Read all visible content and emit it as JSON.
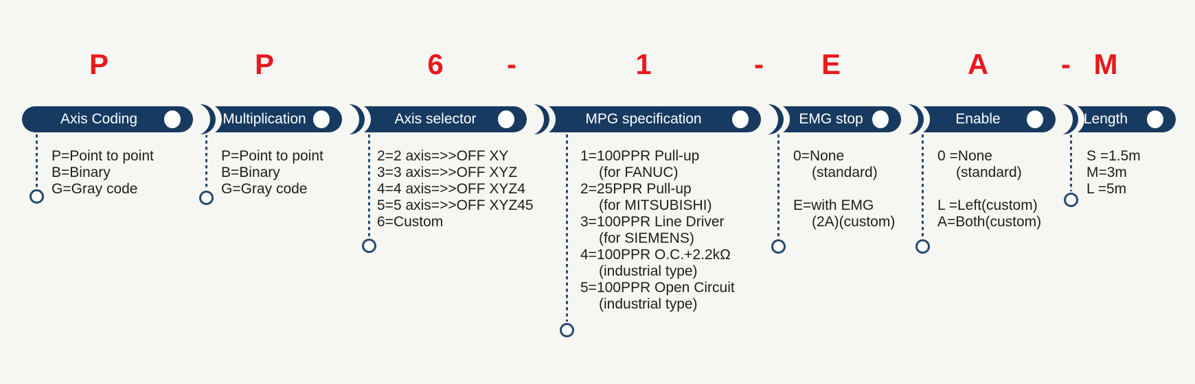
{
  "colors": {
    "navy": "#173a60",
    "red": "#e8191c",
    "connector": "#24496f",
    "background": "#f6f6f3",
    "text": "#1d1d1b",
    "pill_text": "#ffffff"
  },
  "code": {
    "chars": [
      "P",
      "P",
      "6",
      "-",
      "1",
      "-",
      "E",
      "A",
      "-",
      "M"
    ]
  },
  "sections": [
    {
      "label": "Axis Coding",
      "code_char": "P",
      "options": [
        "P=Point to point",
        "B=Binary",
        "G=Gray code"
      ]
    },
    {
      "label": "Multiplication",
      "code_char": "P",
      "options": [
        "P=Point to point",
        "B=Binary",
        "G=Gray code"
      ]
    },
    {
      "label": "Axis selector",
      "code_char": "6",
      "options": [
        "2=2 axis=>>OFF XY",
        "3=3 axis=>>OFF XYZ",
        "4=4 axis=>>OFF XYZ4",
        "5=5 axis=>>OFF XYZ45",
        "6=Custom"
      ]
    },
    {
      "label": "MPG specification",
      "code_char": "1",
      "options": [
        "1=100PPR Pull-up",
        "(for FANUC)",
        "2=25PPR Pull-up",
        "(for MITSUBISHI)",
        "3=100PPR Line Driver",
        "(for SIEMENS)",
        "4=100PPR O.C.+2.2kΩ",
        "(industrial type)",
        "5=100PPR Open Circuit",
        "(industrial type)"
      ]
    },
    {
      "label": "EMG stop",
      "code_char": "E",
      "options": [
        "0=None",
        "(standard)",
        "",
        "E=with EMG",
        "(2A)(custom)"
      ]
    },
    {
      "label": "Enable",
      "code_char": "A",
      "options": [
        "0 =None",
        "(standard)",
        "",
        "L =Left(custom)",
        "A=Both(custom)"
      ]
    },
    {
      "label": "Length",
      "code_char": "M",
      "options": [
        "S =1.5m",
        "M=3m",
        "L =5m"
      ]
    }
  ]
}
